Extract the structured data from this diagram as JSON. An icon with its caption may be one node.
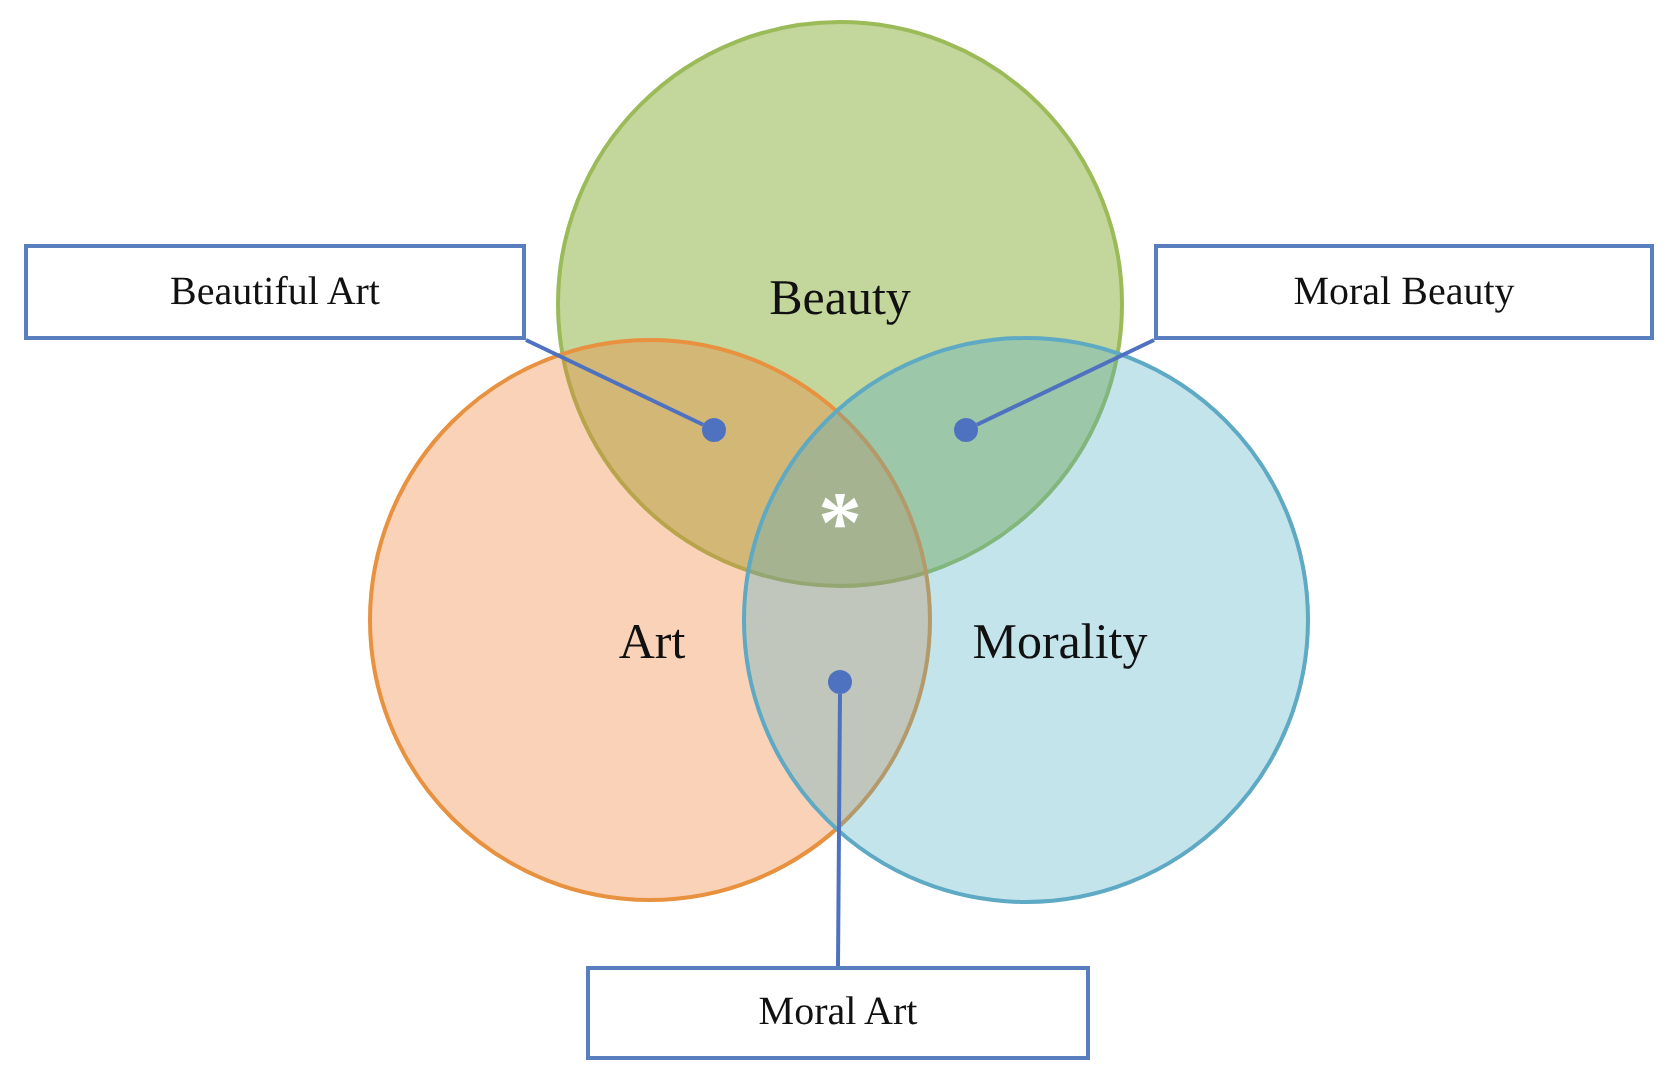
{
  "diagram": {
    "nodes": [
      {
        "text": [
          "Beauty"
        ]
      },
      {
        "text": [
          "Beautiful Art"
        ]
      },
      {
        "text": [
          "Moral Beauty"
        ]
      },
      {
        "text": [
          "Art"
        ]
      },
      {
        "text": [
          "Morality"
        ]
      },
      {
        "text": [
          "Moral Art"
        ]
      },
      {
        "text": [],
        "shape": "circle"
      },
      {
        "text": [],
        "shape": "circle"
      },
      {
        "text": [],
        "shape": "circle"
      }
    ],
    "edges": [
      {
        "from": 1,
        "to": 6,
        "arrow": "none"
      },
      {
        "from": 2,
        "to": 7,
        "arrow": "none"
      },
      {
        "from": 5,
        "to": 8,
        "arrow": "none"
      }
    ],
    "labels": [
      "*"
    ]
  }
}
